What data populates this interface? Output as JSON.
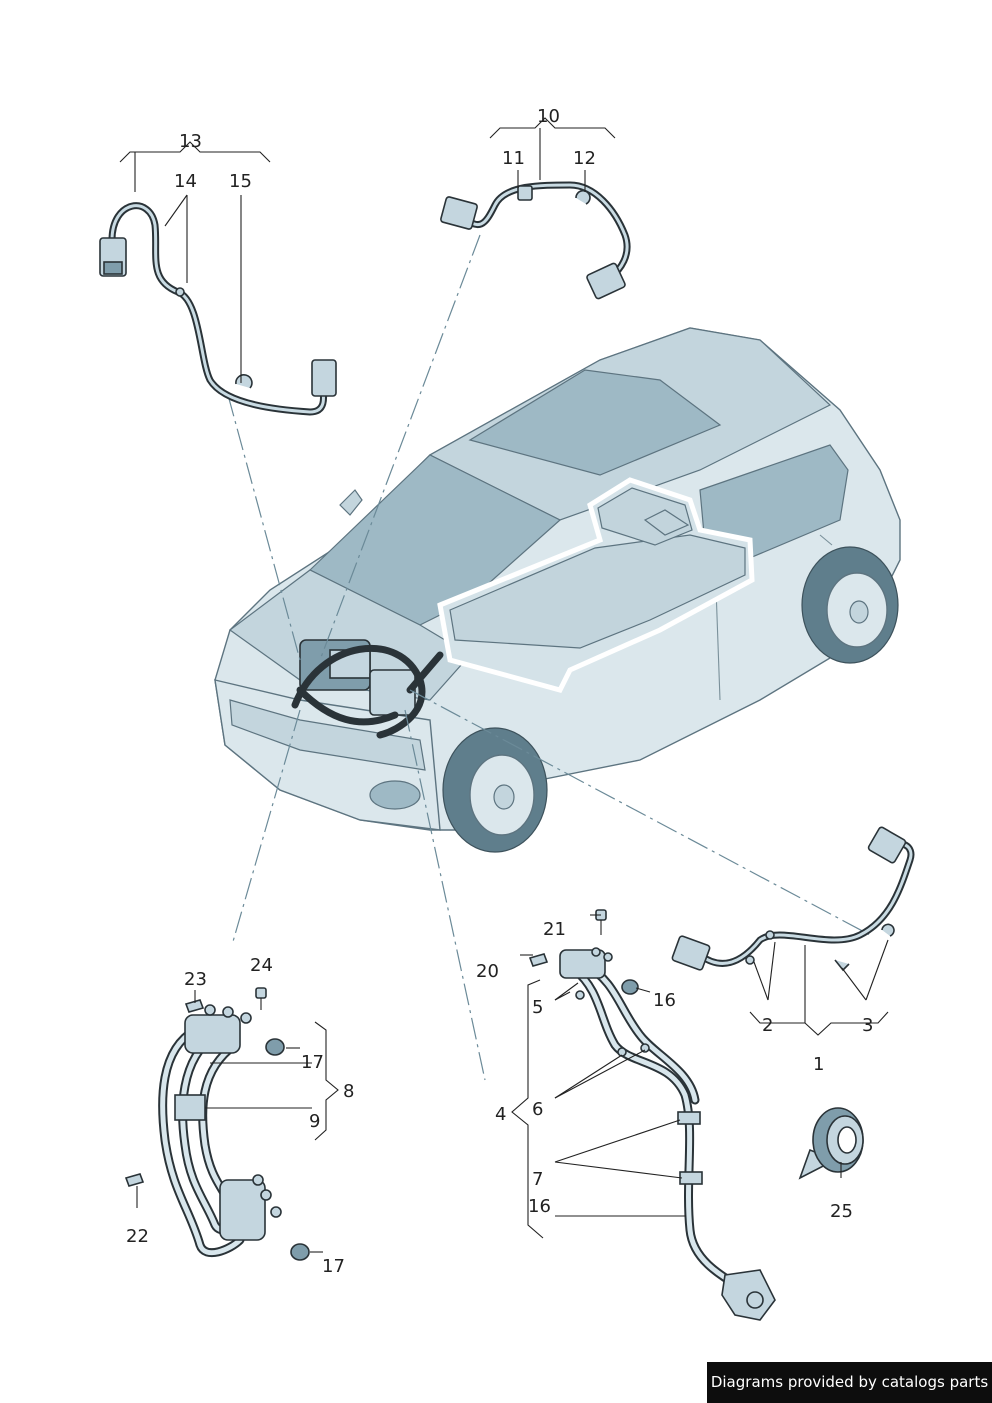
{
  "callouts": {
    "c1": "1",
    "c2": "2",
    "c3": "3",
    "c4": "4",
    "c5": "5",
    "c6": "6",
    "c7": "7",
    "c8": "8",
    "c9": "9",
    "c10": "10",
    "c11": "11",
    "c12": "12",
    "c13": "13",
    "c14": "14",
    "c15": "15",
    "c16a": "16",
    "c16b": "16",
    "c17a": "17",
    "c17b": "17",
    "c20": "20",
    "c21": "21",
    "c22": "22",
    "c23": "23",
    "c24": "24",
    "c25": "25"
  },
  "footer": {
    "credit": "Diagrams provided by catalogs parts"
  }
}
